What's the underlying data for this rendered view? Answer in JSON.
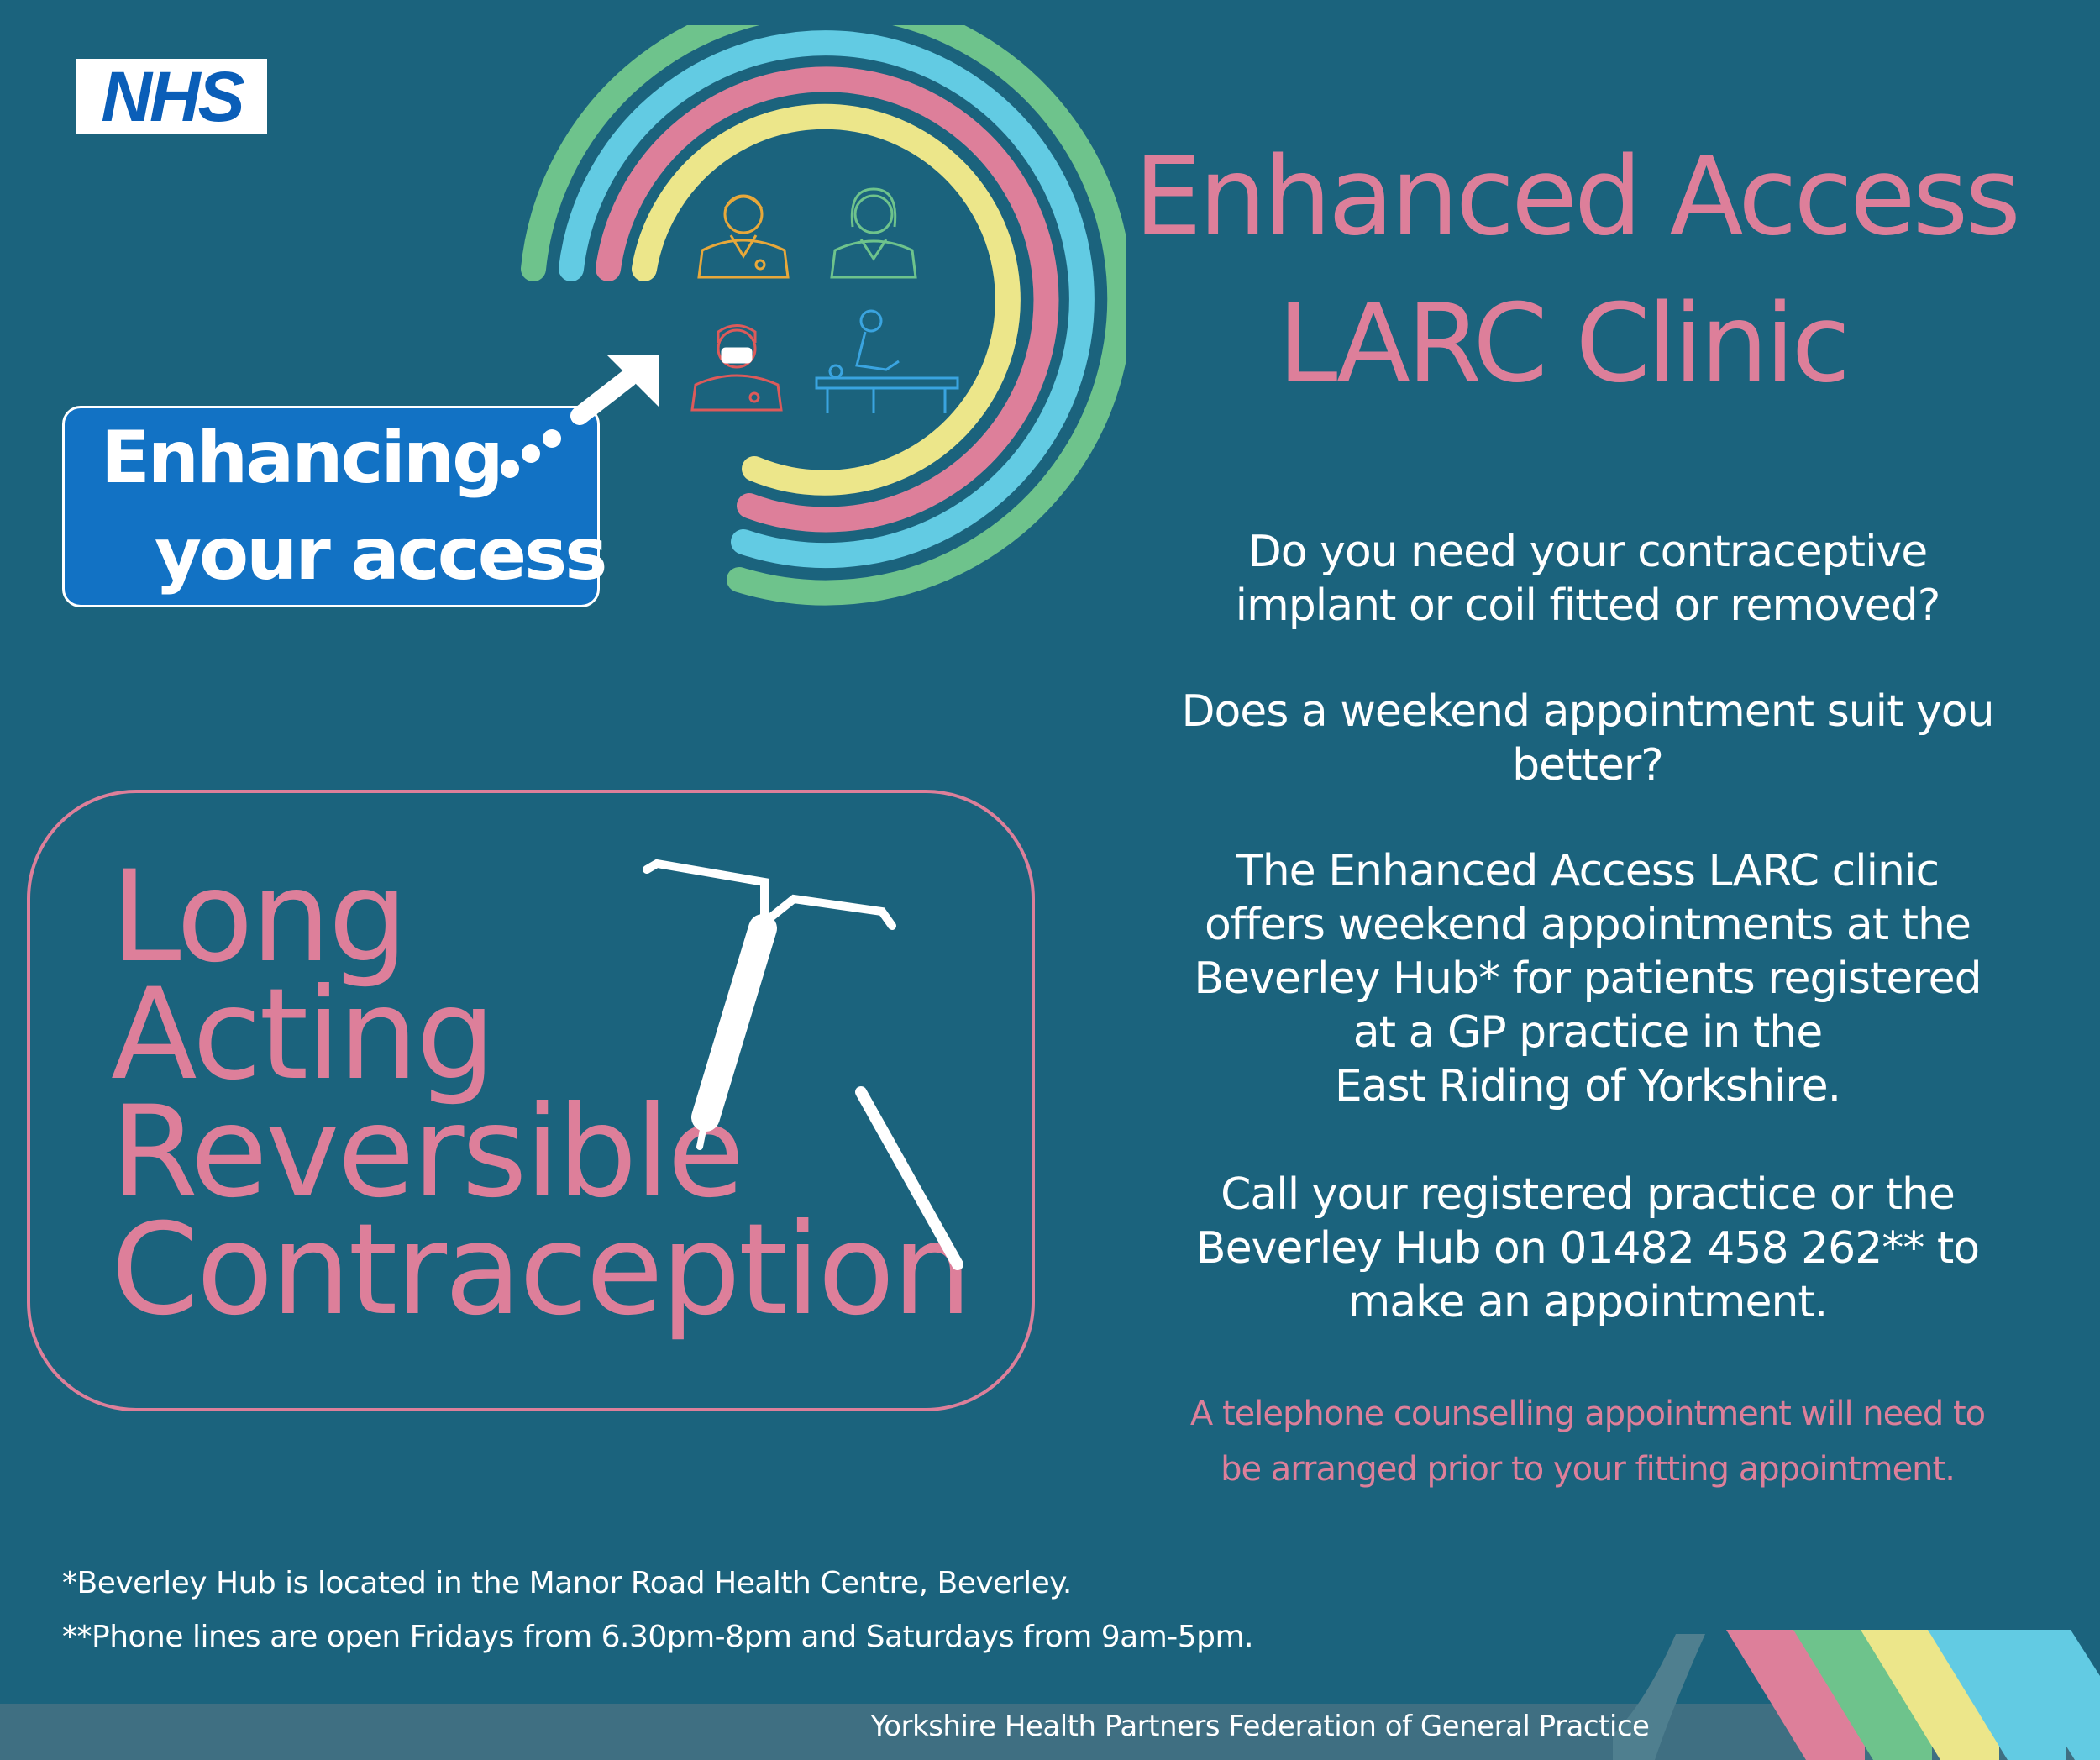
{
  "logo": {
    "text": "NHS",
    "color": "#0a5eb8"
  },
  "badge": {
    "line1": "Enhancing",
    "line2": "your access",
    "color": "#1272c4"
  },
  "title": {
    "line1": "Enhanced Access",
    "line2": "LARC Clinic"
  },
  "larc": {
    "words": [
      "Long",
      "Acting",
      "Reversible",
      "Contraception"
    ]
  },
  "paragraphs": {
    "p1": [
      "Do you need your contraceptive",
      "implant or coil fitted or removed?"
    ],
    "p2": [
      "Does a weekend appointment suit you",
      "better?"
    ],
    "p3": [
      "The Enhanced Access LARC clinic",
      "offers weekend appointments at the",
      "Beverley Hub* for patients registered",
      "at a GP practice in the",
      "East Riding of Yorkshire."
    ],
    "p4": [
      "Call your registered practice or the",
      "Beverley Hub on 01482 458 262** to",
      "make an appointment."
    ]
  },
  "note": [
    "A telephone counselling appointment will need to",
    "be arranged prior to your fitting appointment."
  ],
  "footnotes": [
    "*Beverley Hub is located in the Manor Road Health Centre, Beverley.",
    "**Phone lines are open Fridays from 6.30pm-8pm and Saturdays from 9am-5pm."
  ],
  "federation": "Yorkshire Health Partners Federation of General Practice",
  "icons": [
    "male-doctor-icon",
    "female-clinician-icon",
    "surgeon-icon",
    "patient-treatment-icon",
    "coil-device-icon",
    "implant-rod-icon"
  ],
  "colors": {
    "background": "#1b637d",
    "pink": "#dd7f9a",
    "green": "#6ec38c",
    "cyan": "#62cbe3",
    "yellow": "#ece68a",
    "white": "#ffffff"
  }
}
